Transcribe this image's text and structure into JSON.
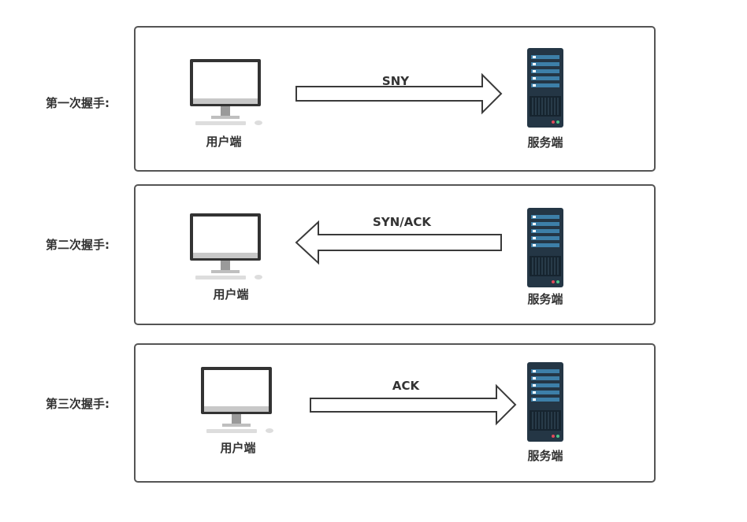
{
  "steps": [
    {
      "label": "第一次握手:",
      "client": "用户端",
      "server": "服务端",
      "message": "SNY",
      "direction": "client-to-server"
    },
    {
      "label": "第二次握手:",
      "client": "用户端",
      "server": "服务端",
      "message": "SYN/ACK",
      "direction": "server-to-client"
    },
    {
      "label": "第三次握手:",
      "client": "用户端",
      "server": "服务端",
      "message": "ACK",
      "direction": "client-to-server"
    }
  ],
  "colors": {
    "panel_border": "#555555",
    "text": "#333333",
    "arrow_stroke": "#3a3a3a",
    "server_body": "#243645",
    "server_accent": "#3d7fa8",
    "monitor_frame": "#333333",
    "monitor_stand": "#9a9a9a"
  }
}
